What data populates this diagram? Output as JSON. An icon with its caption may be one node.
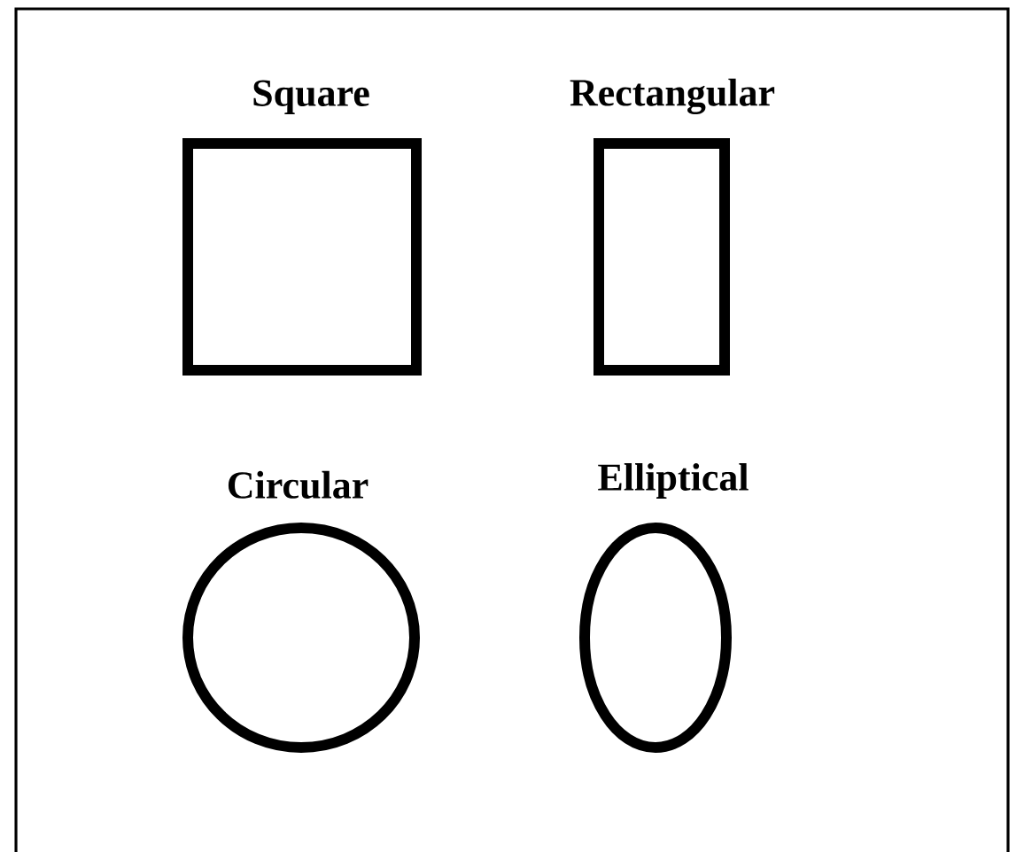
{
  "diagram": {
    "nodes": [
      {
        "text": [
          "Square"
        ]
      },
      {
        "text": [
          "Rectangular"
        ]
      },
      {
        "text": [
          "Circular"
        ]
      },
      {
        "text": [
          "Elliptical"
        ]
      }
    ]
  }
}
